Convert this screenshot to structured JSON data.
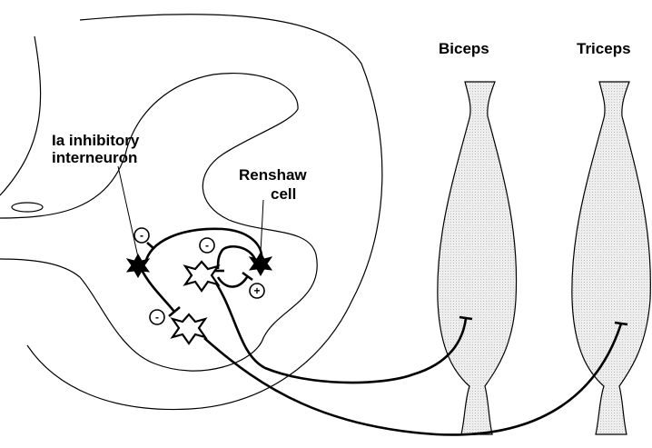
{
  "labels": {
    "biceps": "Biceps",
    "triceps": "Triceps",
    "ia_line1": "Ia inhibitory",
    "ia_line2": "interneuron",
    "renshaw_line1": "Renshaw",
    "renshaw_line2": "cell"
  },
  "signs": {
    "ia_upper": "-",
    "ia_lower": "-",
    "renshaw_inhib": "-",
    "renshaw_excit": "+"
  },
  "icons": {
    "interneuron": "star-neuron-filled",
    "motoneuron": "star-neuron-outline",
    "muscle": "muscle-shape"
  },
  "colors": {
    "muscle_fill": "#e6e6e6",
    "line": "#000000"
  }
}
